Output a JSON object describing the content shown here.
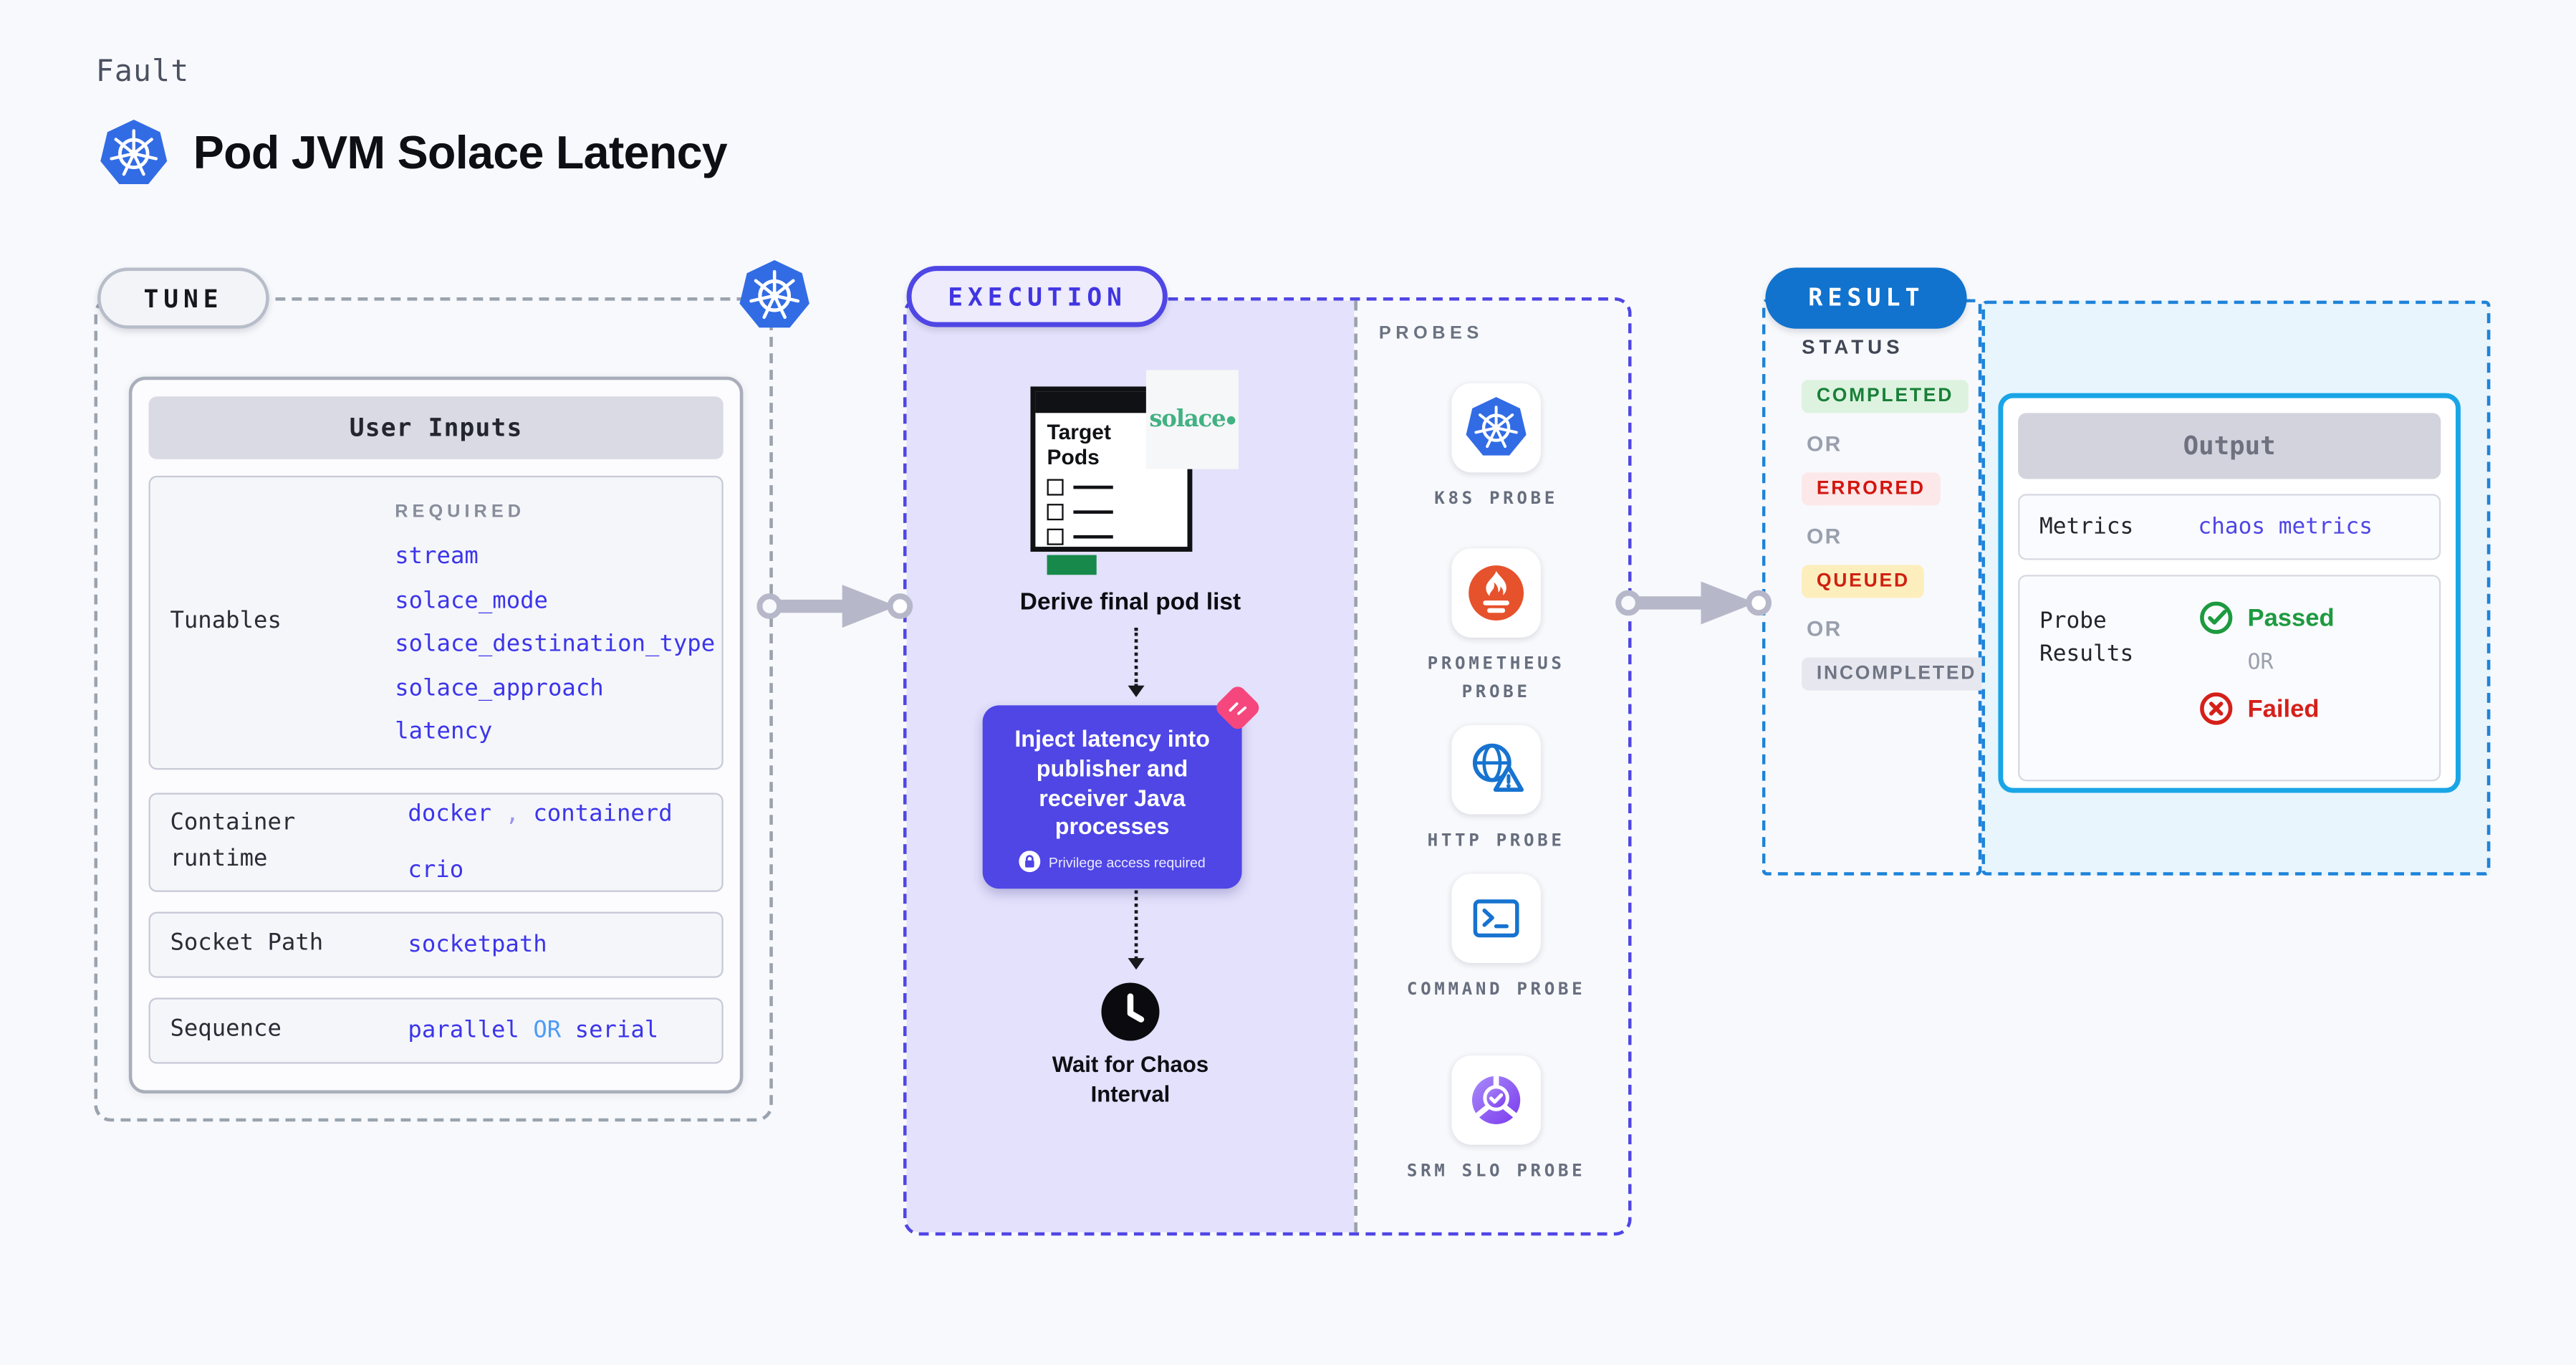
{
  "colors": {
    "page_bg": "#F8F9FC",
    "indigo": "#4F46E5",
    "lavender_bg": "#E3E1FB",
    "k8s_blue": "#326CE5",
    "result_blue": "#1173CE",
    "result_dash_blue": "#1E83DA",
    "output_border_cyan": "#19A5E6",
    "cyan_bg": "#E8F5FD",
    "passed_green": "#1D9A3F",
    "failed_red": "#D5201A",
    "prometheus_orange": "#E6522C",
    "solace_green": "#43B183",
    "pink_accent": "#F5477E",
    "tunable_value_blue": "#3C35EA",
    "or_light_blue": "#4D9CF6"
  },
  "header": {
    "fault_label": "Fault",
    "title": "Pod JVM Solace Latency"
  },
  "tune": {
    "badge": "TUNE",
    "user_inputs_title": "User Inputs",
    "tunables": {
      "label": "Tunables",
      "tag": "REQUIRED",
      "values": [
        "stream",
        "solace_mode",
        "solace_destination_type",
        "solace_approach",
        "latency"
      ]
    },
    "container_runtime": {
      "label": "Container runtime",
      "value1": "docker",
      "separator": ",",
      "value2": "containerd",
      "value3": "crio"
    },
    "socket_path": {
      "label": "Socket Path",
      "value": "socketpath"
    },
    "sequence": {
      "label": "Sequence",
      "value1": "parallel",
      "or": "OR",
      "value2": "serial"
    }
  },
  "execution": {
    "badge": "EXECUTION",
    "target_pods_label": "Target Pods",
    "solace_logo_text": "solace",
    "derive_label": "Derive final pod list",
    "inject_text": "Inject latency into publisher and receiver Java processes",
    "privilege_note": "Privilege access required",
    "wait_label": "Wait for Chaos Interval"
  },
  "probes": {
    "title": "PROBES",
    "items": [
      {
        "label": "K8S PROBE",
        "icon": "kubernetes-icon"
      },
      {
        "label": "PROMETHEUS PROBE",
        "icon": "prometheus-icon"
      },
      {
        "label": "HTTP PROBE",
        "icon": "globe-alert-icon"
      },
      {
        "label": "COMMAND PROBE",
        "icon": "terminal-icon"
      },
      {
        "label": "SRM SLO PROBE",
        "icon": "slo-pie-check-icon"
      }
    ]
  },
  "result": {
    "badge": "RESULT",
    "status_title": "STATUS",
    "or_label": "OR",
    "statuses": [
      {
        "label": "COMPLETED"
      },
      {
        "label": "ERRORED"
      },
      {
        "label": "QUEUED"
      },
      {
        "label": "INCOMPLETED"
      }
    ],
    "output": {
      "title": "Output",
      "metrics_label": "Metrics",
      "metrics_value": "chaos metrics",
      "probe_results_label": "Probe Results",
      "passed_label": "Passed",
      "or_label": "OR",
      "failed_label": "Failed"
    }
  }
}
